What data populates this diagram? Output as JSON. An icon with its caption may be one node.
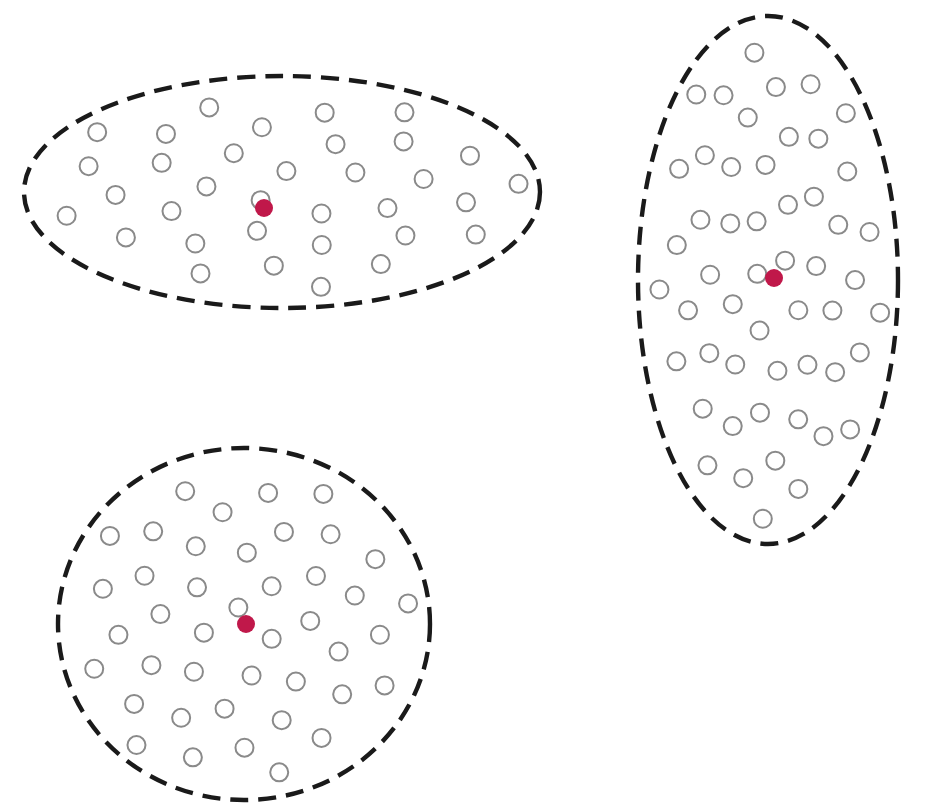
{
  "diagram": {
    "nodes": [
      {
        "text": [],
        "shape": "ellipse"
      },
      {
        "text": [],
        "shape": "ellipse"
      },
      {
        "text": [],
        "shape": "ellipse"
      }
    ]
  }
}
